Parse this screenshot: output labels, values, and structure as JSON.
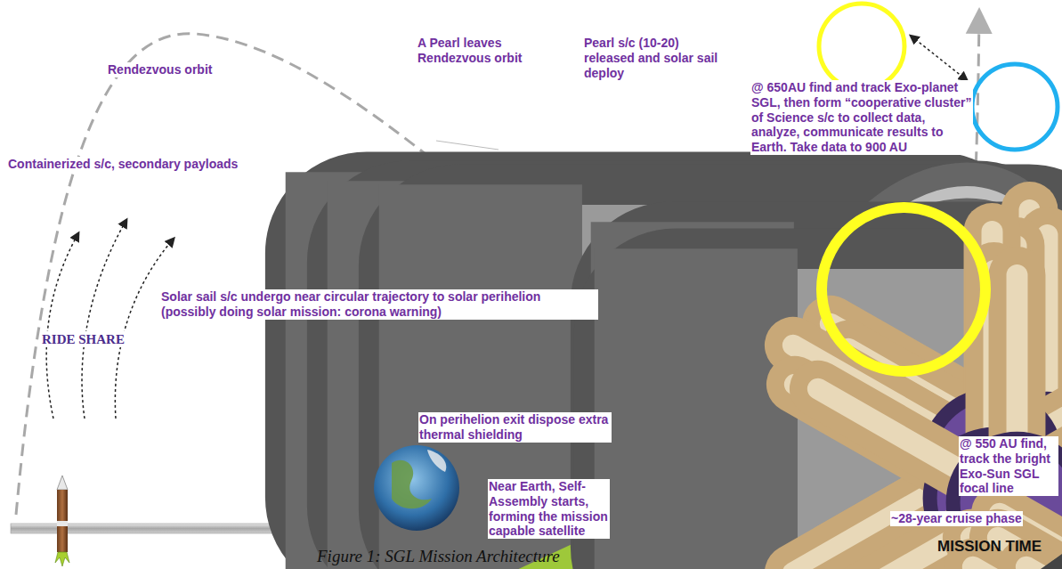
{
  "diagram": {
    "caption": "Figure 1: SGL Mission Architecture",
    "labels": [
      "Rendezvous orbit",
      "Containerized s/c, secondary payloads",
      "A Pearl leaves Rendezvous orbit",
      "Pearl s/c (10-20) released and solar sail deploy",
      "@ 650AU find and track Exo-planet SGL, then form “cooperative cluster” of Science s/c to collect data, analyze, communicate results to Earth. Take data to 900 AU",
      "Solar sail s/c undergo near circular trajectory to solar perihelion (possibly doing solar mission: corona warning)",
      "RIDE SHARE",
      "On perihelion exit dispose extra thermal shielding",
      "Near Earth, Self-Assembly starts, forming the mission capable satellite",
      "@ 550 AU find, track the bright Exo-Sun SGL focal line",
      "~28-year cruise phase",
      "MISSION TIME"
    ]
  }
}
